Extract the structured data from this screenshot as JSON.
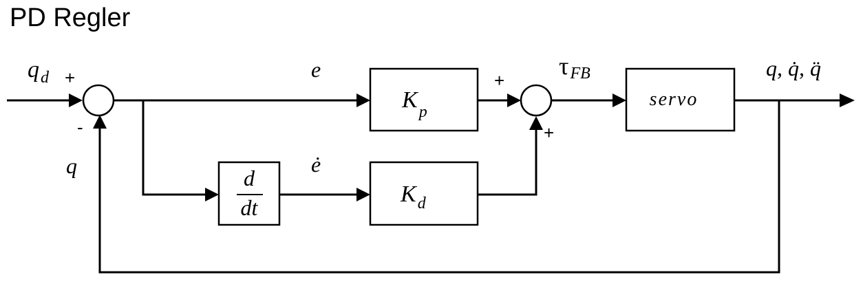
{
  "title": "PD Regler",
  "signals": {
    "input": "q",
    "input_sub": "d",
    "error": "e",
    "error_dot": "ė",
    "feedback": "q",
    "tau": "τ",
    "tau_sub": "FB",
    "output": "q, q̇, q̈"
  },
  "signs": {
    "sum1_plus": "+",
    "sum1_minus": "-",
    "sum2_plus_top": "+",
    "sum2_plus_bottom": "+"
  },
  "blocks": {
    "kp": "K",
    "kp_sub": "p",
    "kd": "K",
    "kd_sub": "d",
    "deriv_num": "d",
    "deriv_den": "dt",
    "servo": "servo"
  }
}
